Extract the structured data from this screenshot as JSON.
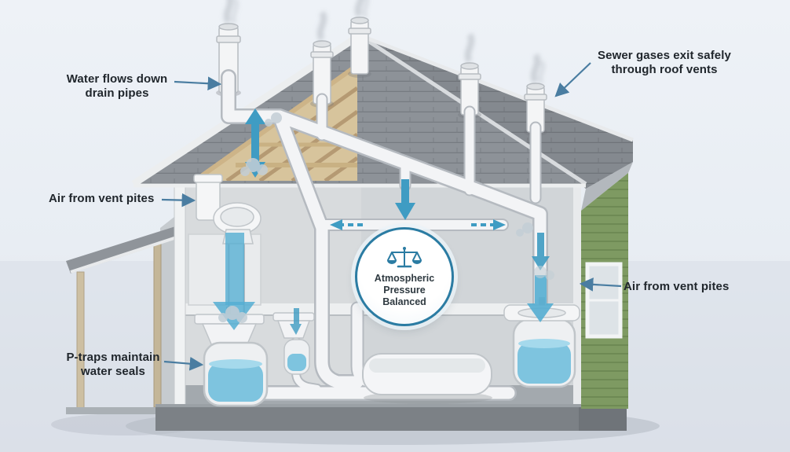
{
  "diagram": {
    "title": "Residential plumbing vent system",
    "labels": {
      "water_flows": "Water flows down\ndrain pipes",
      "sewer_gases": "Sewer gases exit safely\nthrough roof vents",
      "air_vent_left": "Air from vent pites",
      "air_vent_right": "Air from vent pites",
      "p_traps": "P-traps maintain\nwater seals",
      "badge": "Atmospheric\nPressure\nBalanced"
    },
    "icons": {
      "badge": "balance-scale-icon",
      "roof_vents": "vent-pipe-icon",
      "flow_arrows": "down-arrow-icon"
    },
    "colors": {
      "water_fill": "#7ec4df",
      "flow_arrow": "#3f9cc3",
      "flow_arrow_light": "#55aed2",
      "badge_ring": "#2b7ca3",
      "roof_shingle": "#8d9298",
      "siding_green": "#7e9a62",
      "leader_arrow": "#4a7da1",
      "label_text": "#20262c"
    }
  }
}
